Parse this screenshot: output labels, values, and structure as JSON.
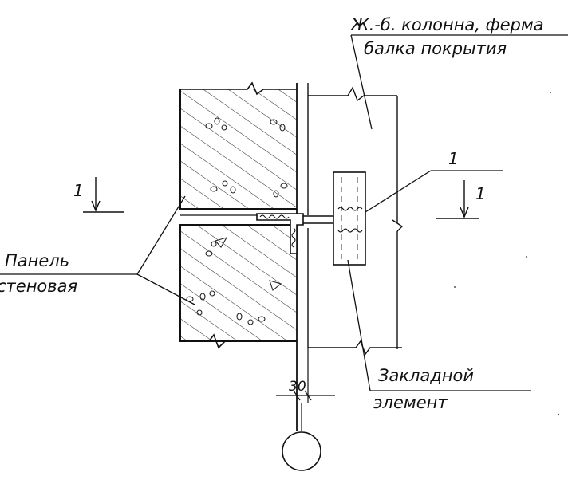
{
  "labels": {
    "column_line1": "Ж.-б. колонна, ферма",
    "column_line2": "балка покрытия",
    "panel_line1": "Панель",
    "panel_line2": "стеновая",
    "embedded_line1": "Закладной",
    "embedded_line2": "элемент",
    "section_left": "1",
    "section_right": "1",
    "callout_node": "1",
    "dimension": "30"
  },
  "colors": {
    "ink": "#111111",
    "paper": "#ffffff"
  }
}
